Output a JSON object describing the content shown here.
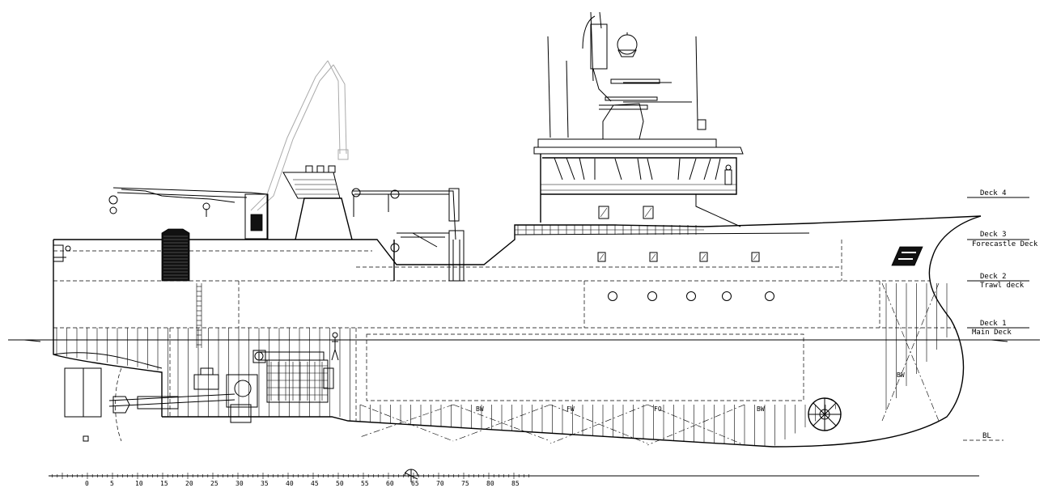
{
  "decks": [
    {
      "name": "Deck 4",
      "sub": ""
    },
    {
      "name": "Deck 3",
      "sub": "Forecastle Deck"
    },
    {
      "name": "Deck 2",
      "sub": "Trawl deck"
    },
    {
      "name": "Deck 1",
      "sub": "Main Deck"
    }
  ],
  "baseline_label": "BL",
  "tank_labels": [
    "BW",
    "FW",
    "FO",
    "BW",
    "BW"
  ],
  "frame_scale": [
    "0",
    "5",
    "10",
    "15",
    "20",
    "25",
    "30",
    "35",
    "40",
    "45",
    "50",
    "55",
    "60",
    "65",
    "70",
    "75",
    "80",
    "85"
  ]
}
